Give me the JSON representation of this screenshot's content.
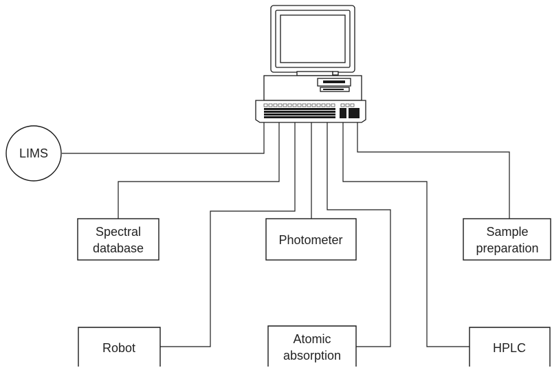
{
  "nodes": {
    "lims": "LIMS",
    "spectral": [
      "Spectral",
      "database"
    ],
    "photometer": "Photometer",
    "sample": [
      "Sample",
      "preparation"
    ],
    "robot": "Robot",
    "atomic": [
      "Atomic",
      "absorption"
    ],
    "hplc": "HPLC"
  }
}
